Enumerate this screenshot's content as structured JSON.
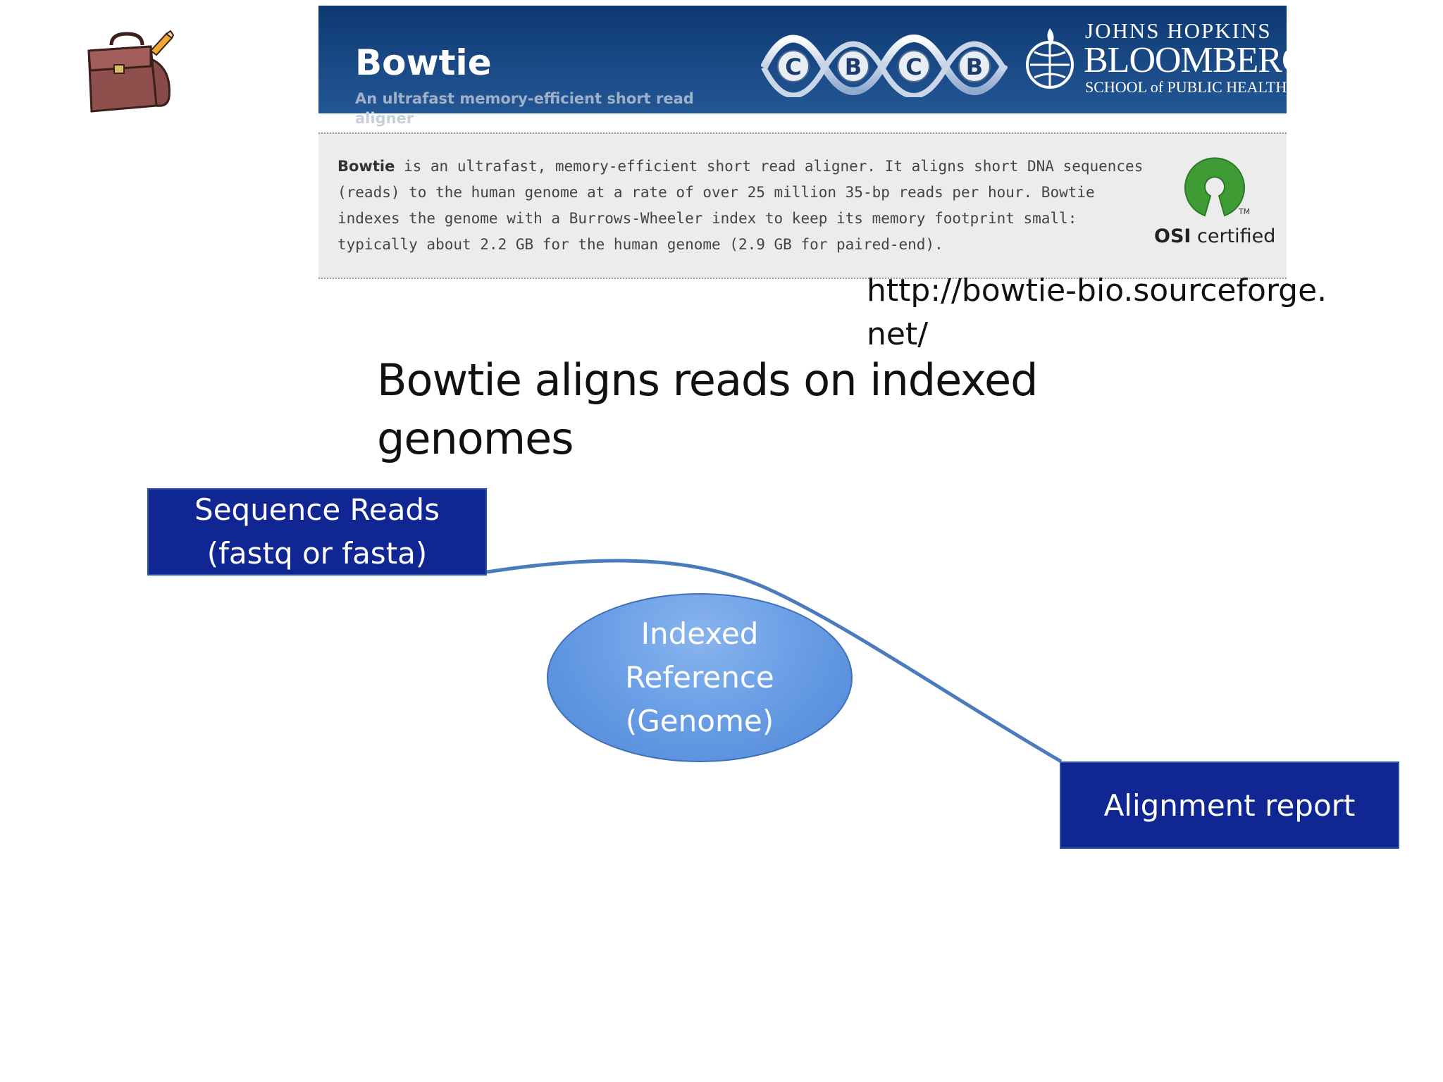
{
  "icons": {
    "backpack": "backpack-icon",
    "cbcb": "cbcb-dna-logo",
    "jhu": "jhu-seal-icon",
    "osi": "osi-keyhole-icon"
  },
  "site": {
    "title": "Bowtie",
    "subtitle_line1": "An ultrafast memory-efficient short read",
    "subtitle_line2": "aligner",
    "cbcb_letters": [
      "C",
      "B",
      "C",
      "B"
    ],
    "jhu_line1": "JOHNS HOPKINS",
    "jhu_line2": "BLOOMBERG",
    "jhu_line3": "SCHOOL of PUBLIC HEALTH",
    "desc_bold": "Bowtie",
    "desc_line1": " is an ultrafast, memory-efficient short read aligner. It aligns short DNA sequences",
    "desc_line2": "(reads) to the human genome at a rate of over 25 million 35-bp reads per hour. Bowtie",
    "desc_line3": "indexes the genome with a Burrows-Wheeler index to keep its memory footprint small:",
    "desc_line4": "typically about 2.2 GB for the human genome (2.9 GB for paired-end).",
    "osi_bold": "OSI",
    "osi_rest": " certified",
    "osi_tm": "TM"
  },
  "url": {
    "line1": "http://bowtie-bio.sourceforge.",
    "line2": "net/"
  },
  "slide": {
    "title_line1": "Bowtie aligns reads on indexed",
    "title_line2": "genomes"
  },
  "diagram": {
    "reads_line1": "Sequence Reads",
    "reads_line2": "(fastq or fasta)",
    "index_line1": "Indexed",
    "index_line2": "Reference",
    "index_line3": "(Genome)",
    "report": "Alignment report",
    "box_color": "#102693",
    "ellipse_color": "#6a9fe6",
    "connector_color": "#4a7bbd"
  }
}
